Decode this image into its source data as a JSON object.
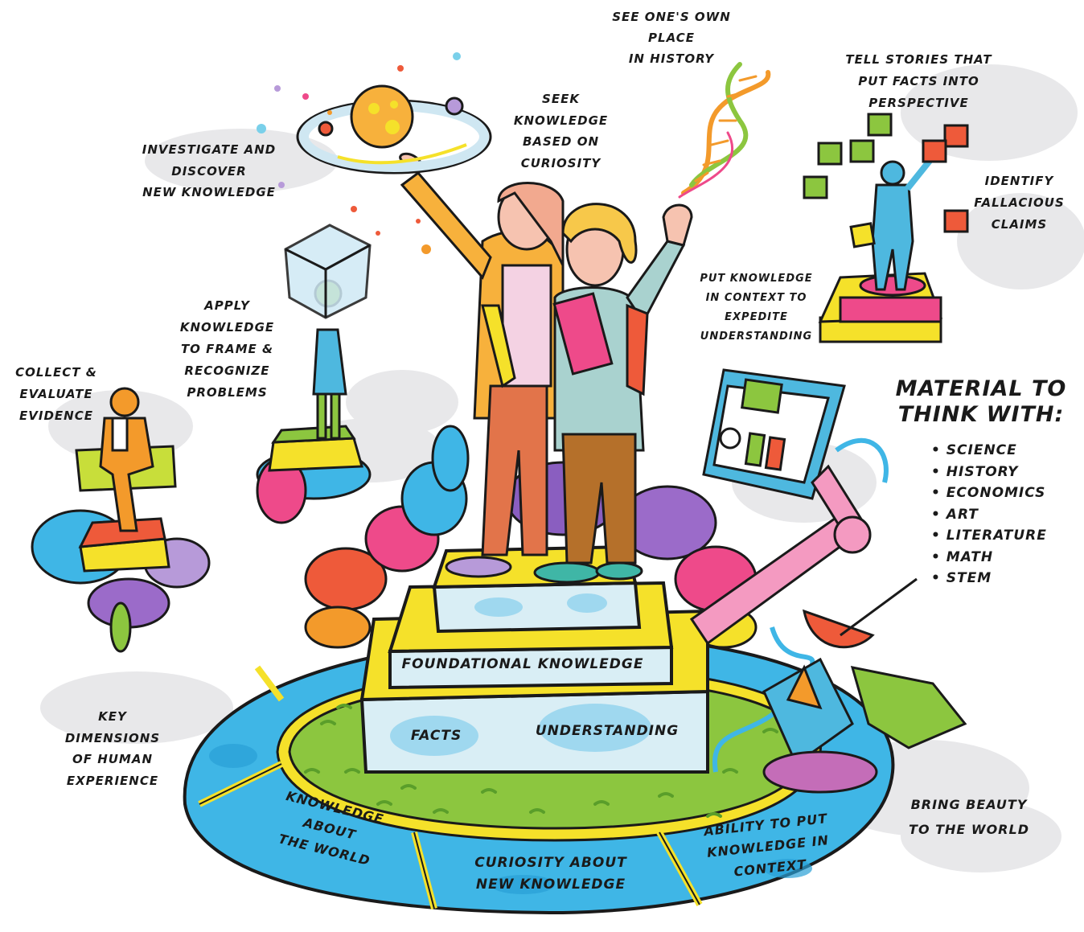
{
  "labels": {
    "own_place": [
      "See one's own",
      "place",
      "in history"
    ],
    "tell_stories": [
      "Tell stories that",
      "put facts into",
      "perspective"
    ],
    "seek_knowledge": [
      "Seek",
      "knowledge",
      "based on",
      "curiosity"
    ],
    "investigate": [
      "Investigate and",
      "discover",
      "new knowledge"
    ],
    "identify": [
      "Identify",
      "fallacious",
      "claims"
    ],
    "put_context": [
      "Put knowledge",
      "in context to",
      "expedite",
      "understanding"
    ],
    "apply": [
      "Apply",
      "knowledge",
      "to frame &",
      "recognize",
      "problems"
    ],
    "collect": [
      "Collect &",
      "evaluate",
      "evidence"
    ],
    "key_dimensions": [
      "Key",
      "dimensions",
      "of human",
      "experience"
    ],
    "bring_beauty": [
      "Bring beauty",
      "to the world"
    ]
  },
  "material": {
    "heading": [
      "Material To",
      "Think With:"
    ],
    "items": [
      "Science",
      "history",
      "economics",
      "Art",
      "Literature",
      "math",
      "STEM"
    ]
  },
  "pedestal": {
    "middle": "Foundational knowledge",
    "bottom_left": "Facts",
    "bottom_right": "Understanding"
  },
  "ring": {
    "seg1": [
      "Knowledge",
      "about",
      "the world"
    ],
    "seg2": [
      "Curiosity about",
      "new knowledge"
    ],
    "seg3": [
      "Ability to put",
      "knowledge in",
      "context"
    ]
  },
  "colors": {
    "ring_blue": "#3fb6e6",
    "grass_green": "#8cc63f",
    "pedestal_yellow": "#f5e12a",
    "pedestal_blue": "#d9eef5",
    "accent_orange": "#f39a2b",
    "accent_red": "#ee5a3a"
  }
}
